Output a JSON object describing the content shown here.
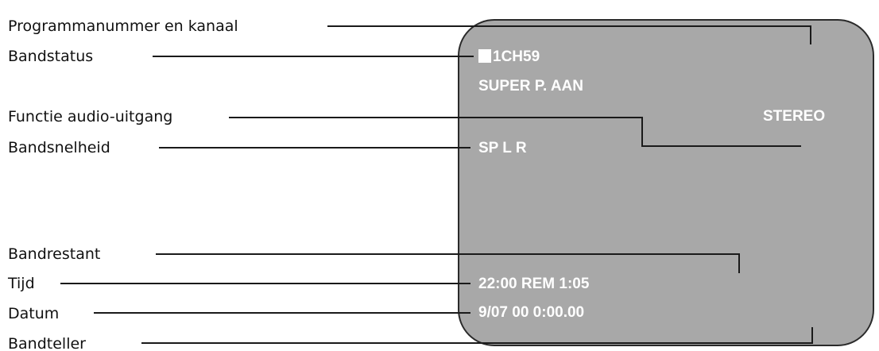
{
  "labels": {
    "program_channel": "Programmanummer en kanaal",
    "tape_status": "Bandstatus",
    "audio_output": "Functie audio-uitgang",
    "tape_speed": "Bandsnelheid",
    "tape_remaining": "Bandrestant",
    "time": "Tijd",
    "date": "Datum",
    "tape_counter": "Bandteller"
  },
  "osd": {
    "channel": "1CH59",
    "super_p": "SUPER P. AAN",
    "stereo": "STEREO",
    "speed_lr": "SP L  R",
    "time_rem": "22:00 REM  1:05",
    "date_counter": "9/07  00 0:00.00"
  },
  "colors": {
    "screen": "#a8a8a8",
    "osd_text": "#ffffff",
    "label_text": "#111111"
  }
}
